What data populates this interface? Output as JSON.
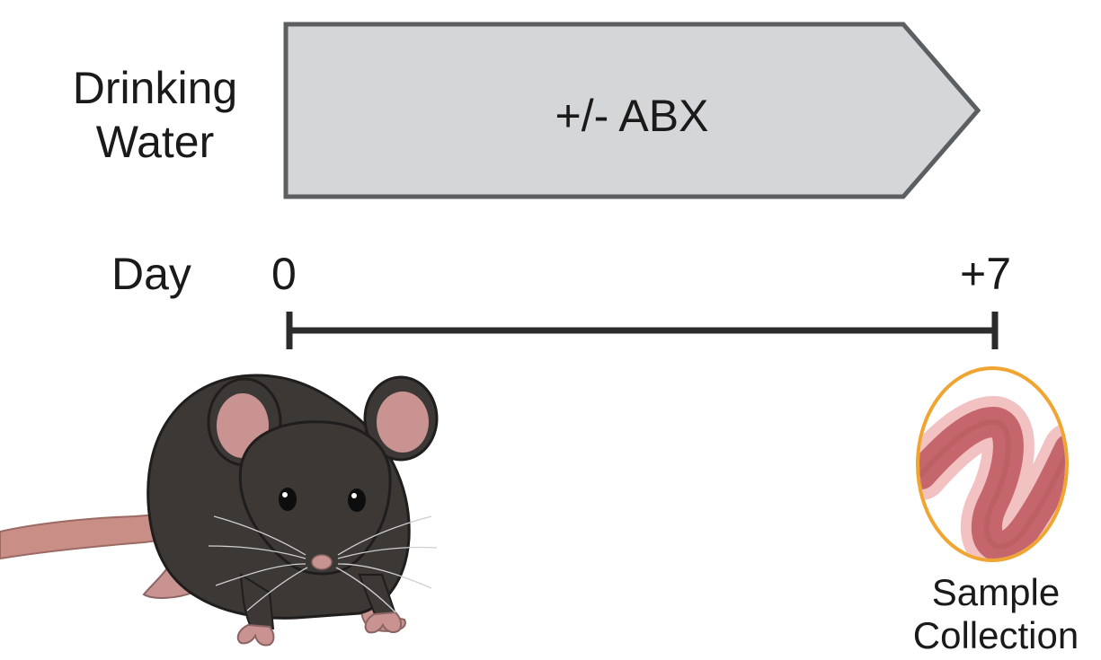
{
  "row_label": {
    "line1": "Drinking",
    "line2": "Water"
  },
  "treatment": {
    "label": "+/- ABX",
    "fill": "#d4d6d8",
    "stroke": "#5b5f62"
  },
  "timeline": {
    "axis_label": "Day",
    "start": "0",
    "end": "+7",
    "line_color": "#2b2b2b"
  },
  "endpoint": {
    "line1": "Sample",
    "line2": "Collection",
    "ring_color": "#f0a431",
    "tissue_color": "#c4666b",
    "tissue_edge_color": "#f2c2c2"
  },
  "subject": {
    "icon": "mouse-icon",
    "body_color": "#3b3836",
    "ear_color": "#c99392",
    "tail_color": "#c98f87"
  }
}
